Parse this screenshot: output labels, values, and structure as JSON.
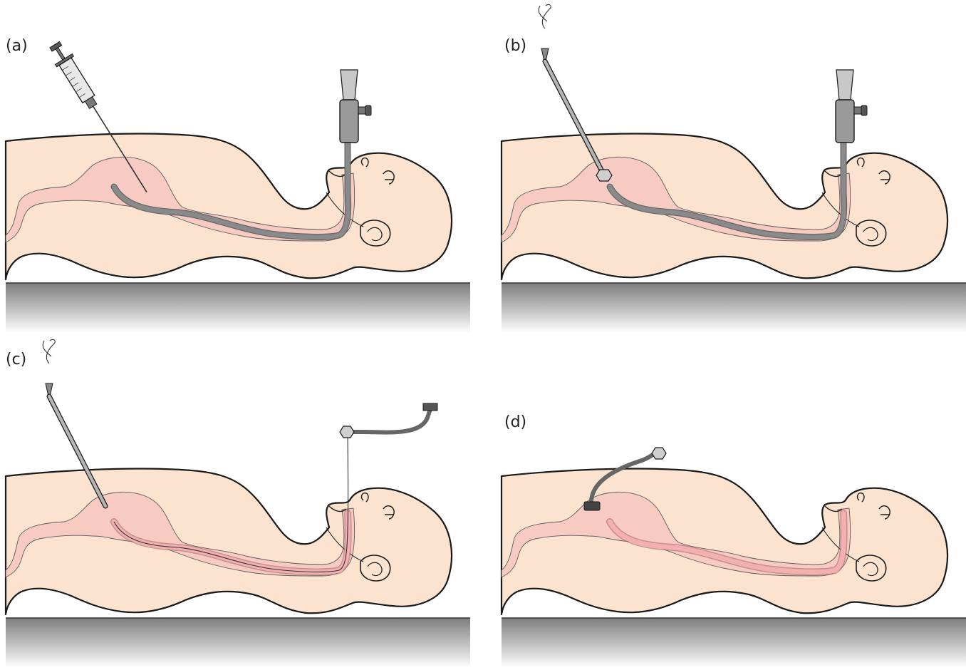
{
  "panels": [
    {
      "label": "(a)",
      "instrument": "syringe",
      "scope": true,
      "tube": "gray",
      "wire": "none"
    },
    {
      "label": "(b)",
      "instrument": "cannula-with-wire",
      "scope": true,
      "tube": "gray",
      "wire": "none"
    },
    {
      "label": "(c)",
      "instrument": "cannula-with-wire",
      "scope": false,
      "tube": "pink-wire",
      "wire": "mouth"
    },
    {
      "label": "(d)",
      "instrument": "none",
      "scope": false,
      "tube": "pink",
      "wire": "none"
    }
  ],
  "colors": {
    "skin": "#fbe3cf",
    "organ": "#f7c9c2",
    "tube": "#8a8a8a",
    "outline": "#1a1a1a",
    "table_top": "#7d7d7d",
    "table_bottom": "#ffffff"
  }
}
